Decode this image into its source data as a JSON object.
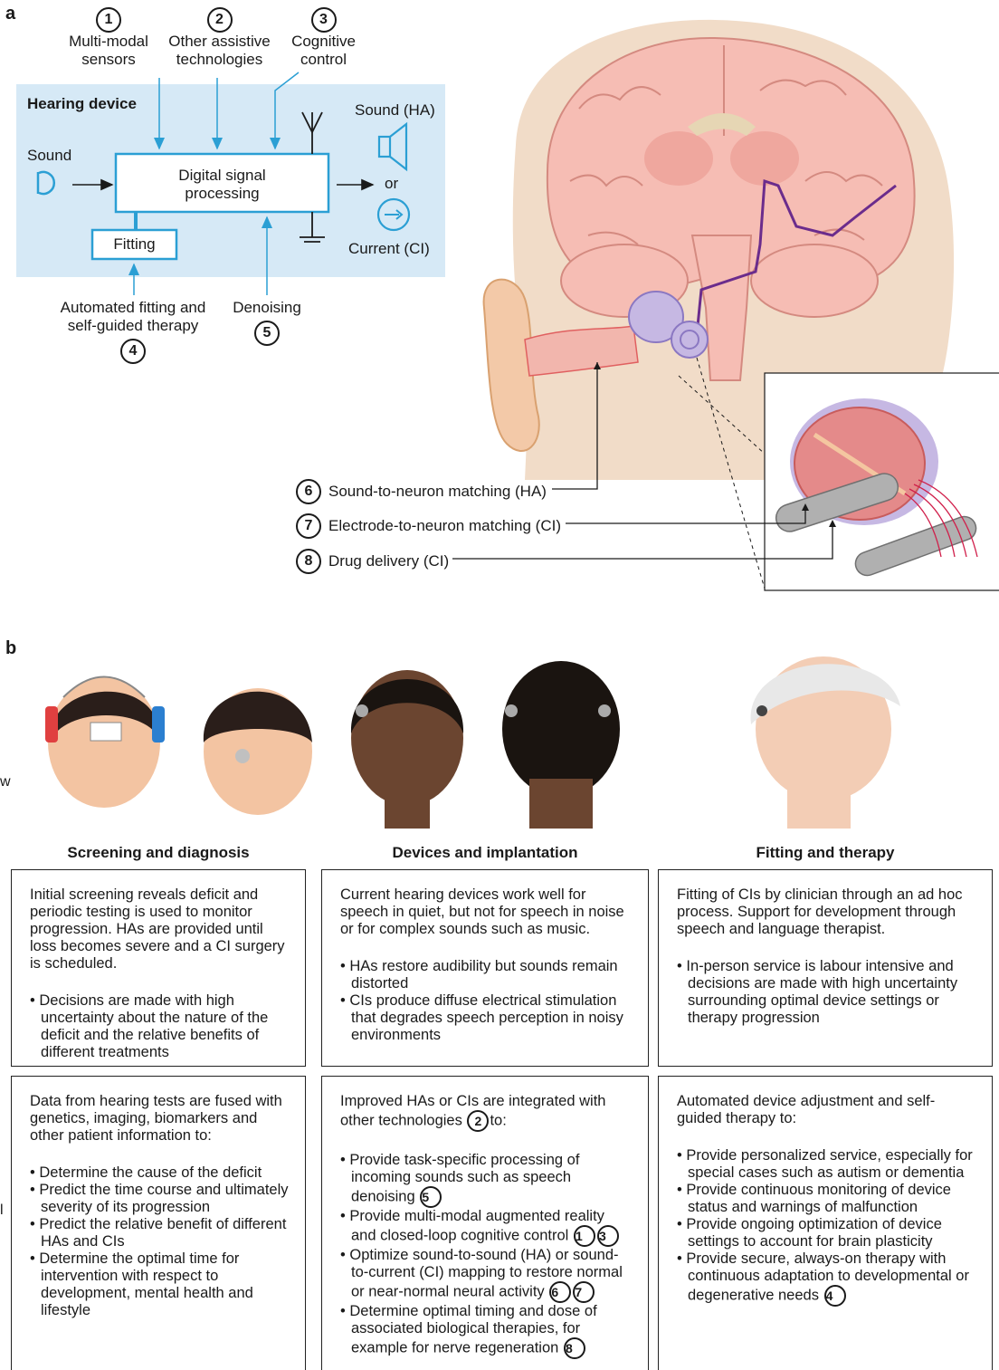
{
  "panel_a": {
    "letter": "a",
    "hearing_device_title": "Hearing device",
    "dsp_label_1": "Digital signal",
    "dsp_label_2": "processing",
    "fitting_label": "Fitting",
    "sound_input_label": "Sound",
    "sound_output_label": "Sound (HA)",
    "or_label": "or",
    "current_output_label": "Current (CI)",
    "callouts": [
      {
        "num": "1",
        "line1": "Multi-modal",
        "line2": "sensors"
      },
      {
        "num": "2",
        "line1": "Other assistive",
        "line2": "technologies"
      },
      {
        "num": "3",
        "line1": "Cognitive",
        "line2": "control"
      },
      {
        "num": "4",
        "line1": "Automated fitting and",
        "line2": "self-guided therapy"
      },
      {
        "num": "5",
        "line1": "Denoising",
        "line2": ""
      }
    ],
    "anatomy_labels": [
      {
        "num": "6",
        "text": "Sound-to-neuron matching (HA)"
      },
      {
        "num": "7",
        "text": "Electrode-to-neuron matching (CI)"
      },
      {
        "num": "8",
        "text": "Drug delivery (CI)"
      }
    ]
  },
  "panel_b": {
    "letter": "b",
    "columns": [
      {
        "heading": "Screening and diagnosis",
        "current_intro": "Initial screening reveals deficit and periodic testing is used to monitor progression. HAs are provided until loss becomes severe and a CI surgery is scheduled.",
        "current_bullets": [
          "Decisions are made with high uncertainty about the nature of the deficit and the relative benefits of different treatments"
        ],
        "future_intro": "Data from hearing tests are fused with genetics, imaging, biomarkers and other patient information to:",
        "future_bullets": [
          "Determine the cause of the deficit",
          "Predict the time course and ultimately severity of its progression",
          "Predict the relative benefit of different HAs and CIs",
          "Determine the optimal time for intervention with respect to development, mental health and lifestyle"
        ]
      },
      {
        "heading": "Devices and implantation",
        "current_intro": "Current hearing devices work well for speech in quiet, but not for speech in noise or for complex sounds such as music.",
        "current_bullets": [
          "HAs restore audibility but sounds remain distorted",
          "CIs produce diffuse electrical stimulation that degrades speech perception in noisy environments"
        ],
        "future_intro": "Improved HAs or CIs are integrated with other technologies",
        "future_intro_ref": "2",
        "future_intro_end": "to:",
        "future_bullets": [
          {
            "text": "Provide task-specific processing of incoming sounds such as speech denoising",
            "refs": [
              "5"
            ]
          },
          {
            "text": "Provide multi-modal augmented reality and closed-loop cognitive control",
            "refs": [
              "1",
              "3"
            ]
          },
          {
            "text": "Optimize sound-to-sound (HA) or sound-to-current (CI) mapping to restore normal or near-normal neural activity",
            "refs": [
              "6",
              "7"
            ]
          },
          {
            "text": "Determine optimal timing and dose of associated biological therapies, for example for nerve regeneration",
            "refs": [
              "8"
            ]
          }
        ]
      },
      {
        "heading": "Fitting and therapy",
        "current_intro": "Fitting of CIs by clinician through an ad hoc process. Support for development through speech and language therapist.",
        "current_bullets": [
          "In-person service is labour intensive and decisions are made with high uncertainty surrounding optimal device settings or therapy progression"
        ],
        "future_intro": "Automated device adjustment and self-guided therapy to:",
        "future_bullets": [
          {
            "text": "Provide personalized service, especially for special cases such as autism or dementia",
            "refs": []
          },
          {
            "text": "Provide continuous monitoring of device status and warnings of malfunction",
            "refs": []
          },
          {
            "text": "Provide ongoing optimization of device settings to account for brain plasticity",
            "refs": []
          },
          {
            "text": "Provide secure, always-on therapy with continuous adaptation to developmental or degenerative needs",
            "refs": [
              "4"
            ]
          }
        ]
      }
    ],
    "edge_fragments": [
      "w",
      "l"
    ]
  }
}
